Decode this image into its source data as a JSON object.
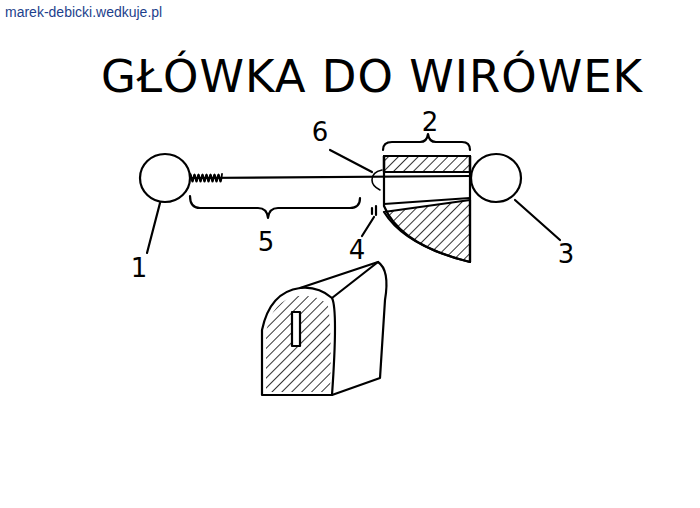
{
  "diagram": {
    "title": "GŁÓWKA DO WIRÓWEK",
    "labels": [
      "marek-debicki.wedkuje.pl",
      "1",
      "2",
      "3",
      "4",
      "5",
      "6"
    ]
  }
}
